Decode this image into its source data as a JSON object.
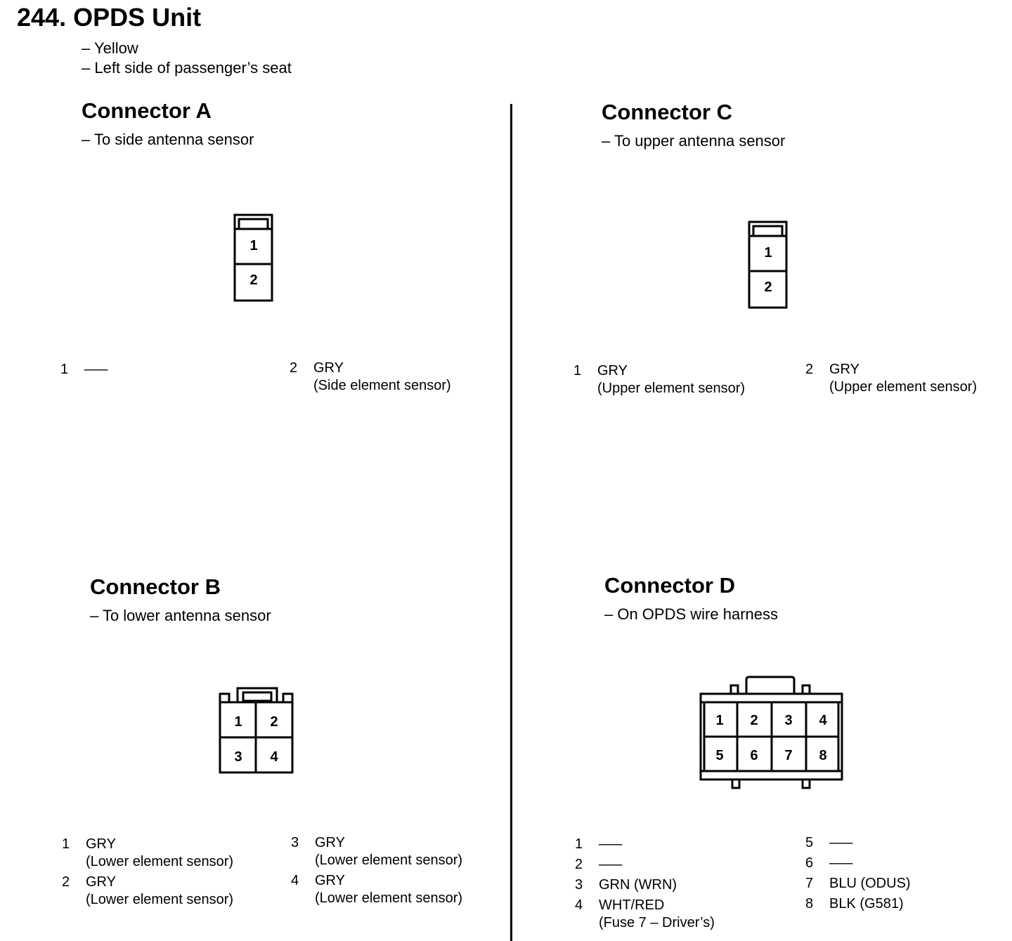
{
  "page": {
    "title": "244. OPDS Unit",
    "notes": [
      "– Yellow",
      "– Left side of passenger’s seat"
    ]
  },
  "connectors": {
    "A": {
      "title": "Connector A",
      "subtitle": "– To side antenna sensor",
      "cells": [
        "1",
        "2"
      ],
      "pins": [
        {
          "num": "1",
          "lines": [
            "–––"
          ]
        },
        {
          "num": "2",
          "lines": [
            "GRY",
            "(Side element sensor)"
          ]
        }
      ]
    },
    "B": {
      "title": "Connector B",
      "subtitle": "– To lower antenna sensor",
      "cells": [
        "1",
        "2",
        "3",
        "4"
      ],
      "pins": [
        {
          "num": "1",
          "lines": [
            "GRY",
            "(Lower element sensor)"
          ]
        },
        {
          "num": "2",
          "lines": [
            "GRY",
            "(Lower element sensor)"
          ]
        },
        {
          "num": "3",
          "lines": [
            "GRY",
            "(Lower element sensor)"
          ]
        },
        {
          "num": "4",
          "lines": [
            "GRY",
            "(Lower element sensor)"
          ]
        }
      ]
    },
    "C": {
      "title": "Connector C",
      "subtitle": "– To upper antenna sensor",
      "cells": [
        "1",
        "2"
      ],
      "pins": [
        {
          "num": "1",
          "lines": [
            "GRY",
            "(Upper element sensor)"
          ]
        },
        {
          "num": "2",
          "lines": [
            "GRY",
            "(Upper element sensor)"
          ]
        }
      ]
    },
    "D": {
      "title": "Connector D",
      "subtitle": "– On OPDS wire harness",
      "cells": [
        "1",
        "2",
        "3",
        "4",
        "5",
        "6",
        "7",
        "8"
      ],
      "pins": [
        {
          "num": "1",
          "lines": [
            "–––"
          ]
        },
        {
          "num": "2",
          "lines": [
            "–––"
          ]
        },
        {
          "num": "3",
          "lines": [
            "GRN (WRN)"
          ]
        },
        {
          "num": "4",
          "lines": [
            "WHT/RED",
            "(Fuse 7 – Driver’s)"
          ]
        },
        {
          "num": "5",
          "lines": [
            "–––"
          ]
        },
        {
          "num": "6",
          "lines": [
            "–––"
          ]
        },
        {
          "num": "7",
          "lines": [
            "BLU (ODUS)"
          ]
        },
        {
          "num": "8",
          "lines": [
            "BLK (G581)"
          ]
        }
      ]
    }
  }
}
